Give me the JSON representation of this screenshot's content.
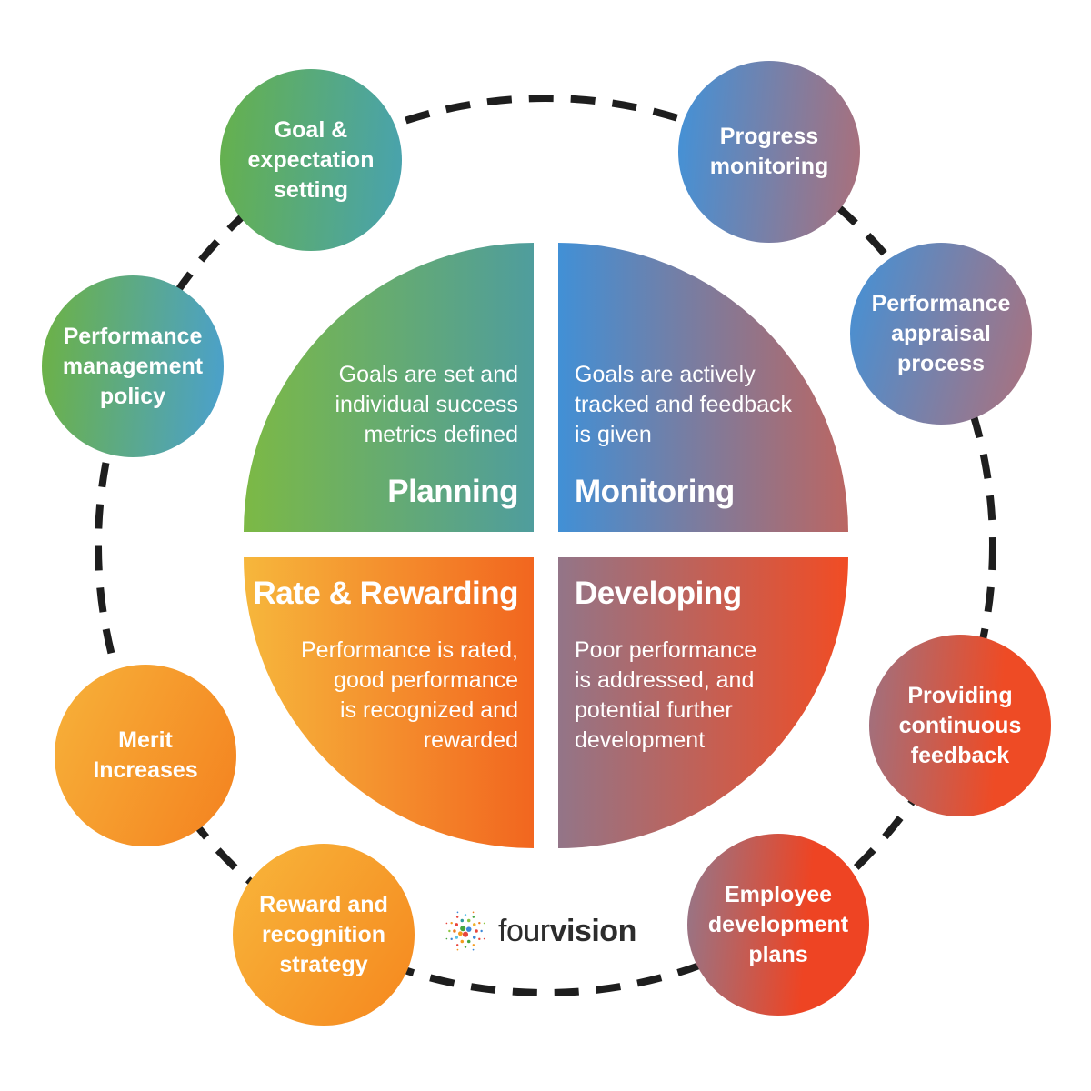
{
  "quadrants": {
    "planning": {
      "heading": "Planning",
      "lines": [
        "Goals are set and",
        "individual success",
        "metrics defined"
      ]
    },
    "monitoring": {
      "heading": "Monitoring",
      "lines": [
        "Goals are actively",
        "tracked and feedback",
        "is given"
      ]
    },
    "rate_rewarding": {
      "heading": "Rate & Rewarding",
      "lines": [
        "Performance is rated,",
        "good performance",
        "is recognized and",
        "rewarded"
      ]
    },
    "developing": {
      "heading": "Developing",
      "lines": [
        "Poor performance",
        "is addressed, and",
        "potential further",
        "development"
      ]
    }
  },
  "satellites": [
    {
      "id": "goal-expectation-setting",
      "lines": [
        "Goal &",
        "expectation",
        "setting"
      ]
    },
    {
      "id": "progress-monitoring",
      "lines": [
        "Progress",
        "monitoring"
      ]
    },
    {
      "id": "performance-appraisal-process",
      "lines": [
        "Performance",
        "appraisal",
        "process"
      ]
    },
    {
      "id": "providing-continuous-feedback",
      "lines": [
        "Providing",
        "continuous",
        "feedback"
      ]
    },
    {
      "id": "employee-development-plans",
      "lines": [
        "Employee",
        "development",
        "plans"
      ]
    },
    {
      "id": "reward-recognition-strategy",
      "lines": [
        "Reward and",
        "recognition",
        "strategy"
      ]
    },
    {
      "id": "merit-increases",
      "lines": [
        "Merit",
        "Increases"
      ]
    },
    {
      "id": "performance-management-policy",
      "lines": [
        "Performance",
        "management",
        "policy"
      ]
    }
  ],
  "logo": {
    "part1": "four",
    "part2": "vision"
  },
  "colors": {
    "planning_gradient": [
      "#7cb945",
      "#4f9d9d"
    ],
    "monitoring_gradient": [
      "#4190d6",
      "#bb6662"
    ],
    "rate_gradient": [
      "#f6b73c",
      "#f2661f"
    ],
    "developing_gradient": [
      "#937588",
      "#f14c24"
    ],
    "dashed_ring": "#1e1e1e",
    "text_on_color": "#ffffff",
    "logo_text": "#2d2d2d"
  }
}
